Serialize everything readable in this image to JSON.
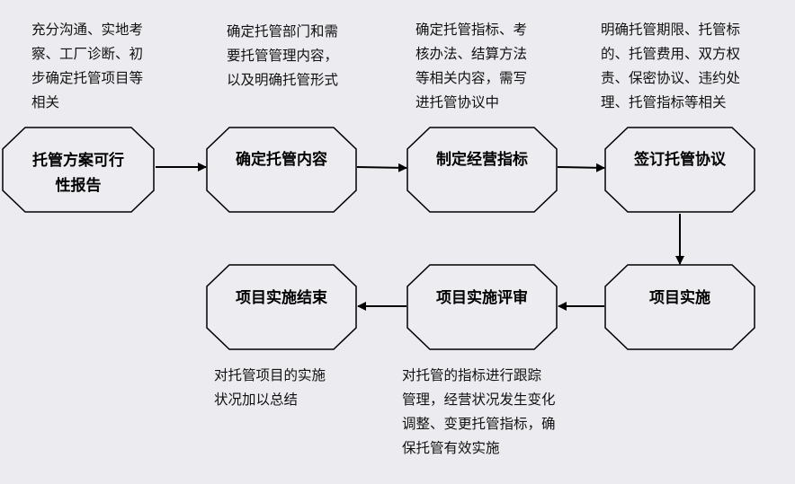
{
  "nodes": {
    "feasibility": {
      "line1": "托管方案可行",
      "line2": "性报告"
    },
    "content": "确定托管内容",
    "indicators": "制定经营指标",
    "agreement": "签订托管协议",
    "implementation": "项目实施",
    "review": "项目实施评审",
    "closing": "项目实施结束"
  },
  "descriptions": {
    "feasibility": "充分沟通、实地考\n察、工厂诊断、初\n步确定托管项目等\n相关",
    "content": "确定托管部门和需\n要托管管理内容，\n以及明确托管形式",
    "indicators": "确定托管指标、考\n核办法、结算方法\n等相关内容，需写\n进托管协议中",
    "agreement": "明确托管期限、托管标\n的、托管费用、双方权\n责、保密协议、违约处\n理、托管指标等相关",
    "review": "对托管的指标进行跟踪\n管理，经营状况发生变化\n调整、变更托管指标，确\n保托管有效实施",
    "closing": "对托管项目的实施\n状况加以总结"
  }
}
